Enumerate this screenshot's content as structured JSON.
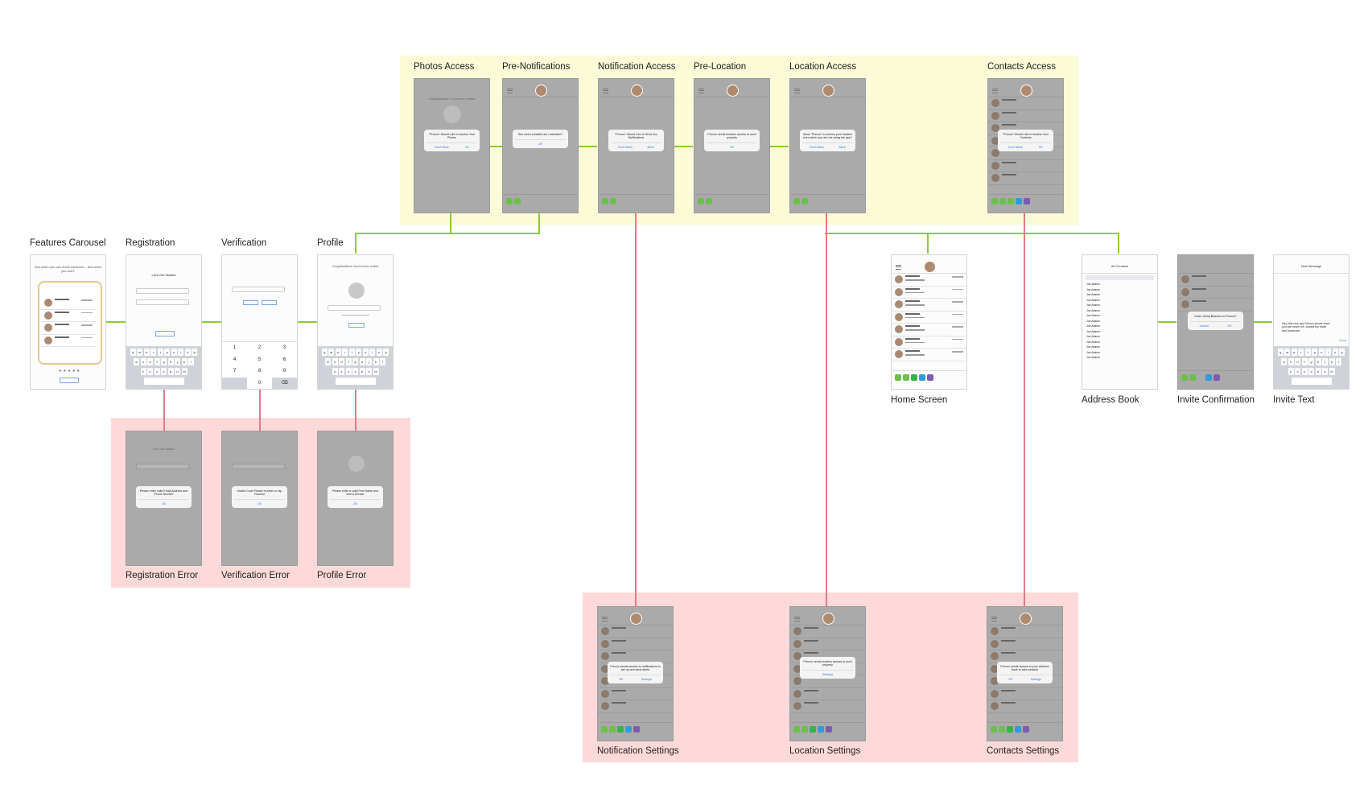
{
  "colors": {
    "flow": "#8dcc2e",
    "error_flow": "#e07b86",
    "permissions_region": "#fbfbd8",
    "error_region": "#fdd9d9"
  },
  "screens": {
    "features_carousel": "Features Carousel",
    "registration": "Registration",
    "verification": "Verification",
    "profile": "Profile",
    "photos_access": "Photos Access",
    "pre_notifications": "Pre-Notifications",
    "notification_access": "Notification Access",
    "pre_location": "Pre-Location",
    "location_access": "Location Access",
    "contacts_access": "Contacts Access",
    "home_screen": "Home Screen",
    "address_book": "Address Book",
    "invite_confirmation": "Invite Confirmation",
    "invite_text": "Invite Text",
    "registration_error": "Registration Error",
    "verification_error": "Verification Error",
    "profile_error": "Profile Error",
    "notification_settings": "Notification Settings",
    "location_settings": "Location Settings",
    "contacts_settings": "Contacts Settings"
  },
  "mock": {
    "carousel_text": "See when you can reach someone – and when you can't.",
    "lets_get_started": "Let's Get Started",
    "congrats": "Congratulations! You've been verified",
    "home_title": "Home Screen",
    "new_message": "New Message",
    "all_contacts": "All Contacts",
    "contact_name": "Joe Adams",
    "photos_alert": "\"Prevoo\" Would Like to Access Your Photos",
    "prenotif_alert": "See when contacts are reachable?",
    "notif_alert": "\"Prevoo\" Would Like to Send You Notifications",
    "preloc_alert": "Prevoo needs location access to work properly",
    "loc_alert": "Allow \"Prevoo\" to access your location even when you are not using the app?",
    "contacts_alert": "\"Prevoo\" Would Like to Access Your Contacts",
    "reg_error_alert": "Please enter valid Email Address and Phone Number",
    "ver_error_alert": "Invalid Code Please re-enter or tap Resend",
    "prof_error_alert": "Please enter a valid First Name and select Gender",
    "notif_settings_alert": "Prevoo needs access to notifications to set up and send alerts",
    "loc_settings_alert": "Prevoo needs location access to work properly",
    "contacts_settings_alert": "Prevoo needs access to your address book to add contacts",
    "invite_alert": "Invite Jenny Bearson to Prevoo?",
    "invite_msg": "Hey, this new app Prevoo shows when you can reach me. Accept my invite and download:",
    "btn_ok": "OK",
    "btn_dont_allow": "Don't Allow",
    "btn_allow": "Allow",
    "btn_settings": "Settings",
    "btn_cancel": "Cancel",
    "btn_send": "Send"
  }
}
